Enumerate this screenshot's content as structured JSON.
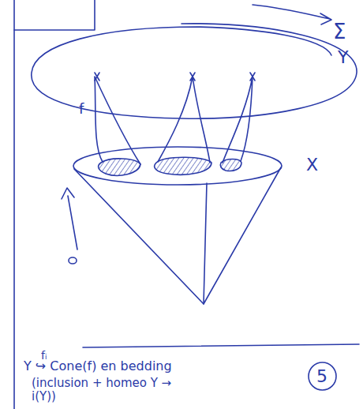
{
  "diagram": {
    "nodes": [
      {
        "text": [
          "5"
        ]
      }
    ],
    "labels": [
      "Σ",
      "Y",
      "f",
      "X",
      "fᵢ",
      "Y ↪ Cone(f) en bedding",
      "(inclusion + homeo Y → i(Y))"
    ]
  }
}
